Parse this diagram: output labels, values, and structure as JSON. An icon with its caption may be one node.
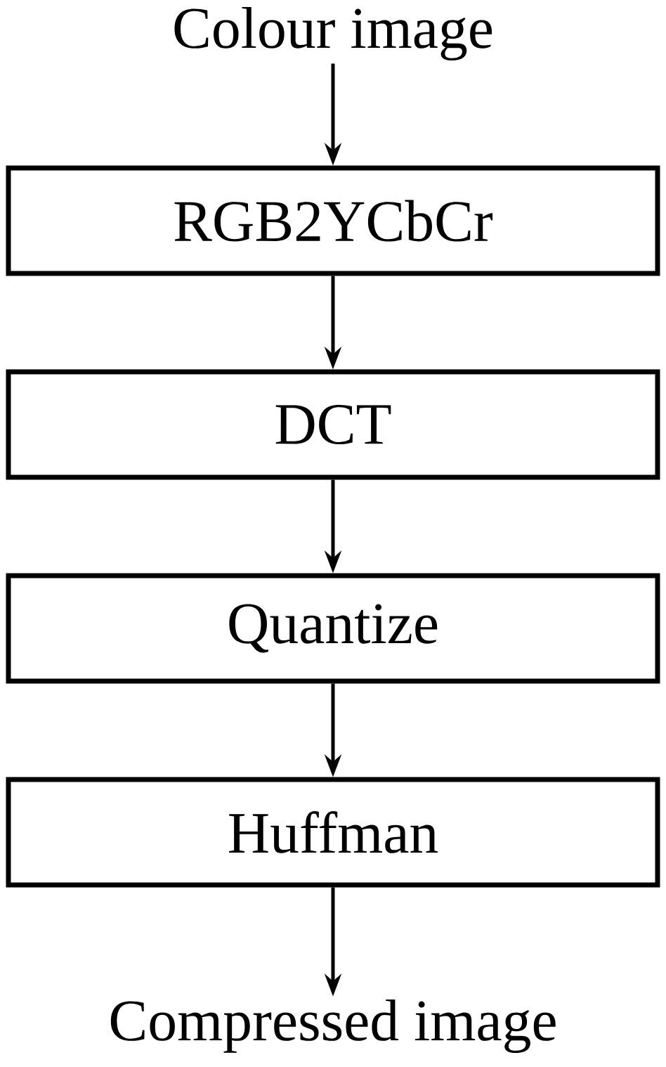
{
  "diagram": {
    "nodes": [
      {
        "text": [
          "Colour image"
        ]
      },
      {
        "text": [
          "RGB2YCbCr"
        ]
      },
      {
        "text": [
          "DCT"
        ]
      },
      {
        "text": [
          "Quantize"
        ]
      },
      {
        "text": [
          "Huffman"
        ]
      },
      {
        "text": [
          "Compressed image"
        ]
      }
    ],
    "edges": [
      {
        "from": 0,
        "to": 1,
        "arrow": "to"
      },
      {
        "from": 1,
        "to": 2,
        "arrow": "to"
      },
      {
        "from": 2,
        "to": 3,
        "arrow": "to"
      },
      {
        "from": 3,
        "to": 4,
        "arrow": "to"
      },
      {
        "from": 4,
        "to": 5,
        "arrow": "to"
      }
    ]
  }
}
